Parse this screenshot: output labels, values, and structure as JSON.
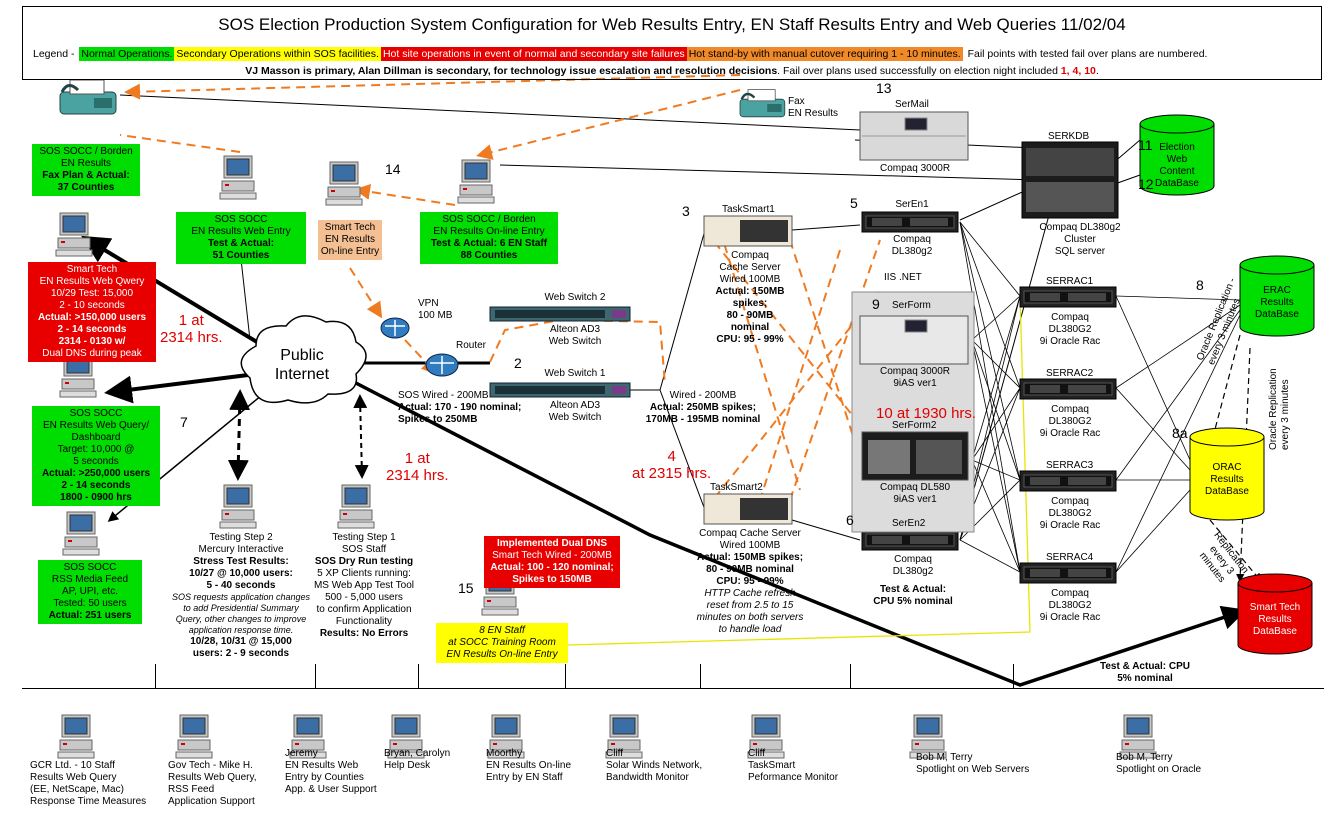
{
  "title": "SOS Election Production System Configuration for Web Results Entry, EN Staff Results Entry and Web Queries 11/02/04",
  "legend": {
    "prefix": "Legend -",
    "normal": "Normal Operations.",
    "secondary": "Secondary Operations within SOS facilities.",
    "hot_site": "Hot site operations in event of normal and secondary site failures",
    "hot_standby": "Hot stand-by with manual cutover requiring 1 - 10 minutes.",
    "fail_points": "Fail points with tested fail over plans are numbered.",
    "colors": {
      "normal": "#00dd00",
      "secondary": "#ffff00",
      "hot_site": "#e80000",
      "hot_standby": "#f08a28"
    }
  },
  "escalation": {
    "primary": "VJ Masson is primary, Alan Dillman is secondary, for technology issue escalation and resolution decisions",
    "rest": ".  Fail over plans used successfully on election night included ",
    "plans": "1, 4, 10",
    "end": "."
  },
  "nodes": {
    "fax_socc": [
      "SOS SOCC / Borden",
      "EN Results",
      "Fax Plan & Actual:",
      "37 Counties"
    ],
    "fax_en": [
      "Fax",
      "EN Results"
    ],
    "socc_web_entry": [
      "SOS SOCC",
      "EN Results Web Entry",
      "Test & Actual:",
      "51 Counties"
    ],
    "smart_tech_entry": [
      "Smart Tech",
      "EN Results",
      "On-line Entry"
    ],
    "socc_borden_entry": [
      "SOS SOCC / Borden",
      "EN Results On-line Entry",
      "Test & Actual: 6 EN Staff",
      "88 Counties"
    ],
    "smart_tech_query": [
      "Smart Tech",
      "EN Results Web Qwery",
      "10/29 Test: 15,000",
      "2 - 10 seconds",
      "Actual: >150,000 users",
      "2 - 14 seconds",
      "2314 - 0130 w/",
      "Dual DNS during peak"
    ],
    "socc_query": [
      "SOS SOCC",
      "EN Results Web Query/",
      "Dashboard",
      "Target: 10,000 @",
      "5 seconds",
      "Actual:  >250,000 users",
      "2 - 14 seconds",
      "1800 - 0900 hrs"
    ],
    "rss_feed": [
      "SOS SOCC",
      "RSS Media Feed",
      "AP, UPI, etc.",
      "Tested: 50 users",
      "Actual:  251 users"
    ],
    "testing2": [
      "Testing Step 2",
      "Mercury Interactive",
      "Stress Test Results:",
      "10/27 @ 10,000 users:",
      "5 - 40 seconds",
      "SOS requests application changes",
      "to add Presidential Summary",
      "Query, other changes to improve",
      "application response time.",
      "10/28, 10/31 @ 15,000",
      "users: 2 - 9 seconds"
    ],
    "testing1": [
      "Testing Step 1",
      "SOS Staff",
      "SOS Dry Run testing",
      "5 XP Clients running:",
      "MS Web App Test Tool",
      "500 - 5,000 users",
      "to confirm Application",
      "Functionality",
      "Results: No Errors"
    ],
    "dual_dns": [
      "Implemented Dual DNS",
      "Smart Tech Wired - 200MB",
      "Actual: 100 - 120 nominal;",
      "Spikes to 150MB"
    ],
    "training_room": [
      "8 EN Staff",
      "at SOCC Training Room",
      "EN Results On-line Entry"
    ],
    "vpn": [
      "VPN",
      "100 MB"
    ],
    "router": "Router",
    "public_internet": [
      "Public",
      "Internet"
    ],
    "sos_wired": [
      "SOS Wired - 200MB",
      "Actual: 170 - 190 nominal;",
      "Spikes to 250MB"
    ],
    "web_switch2": [
      "Web Switch 2",
      "Alteon AD3",
      "Web Switch"
    ],
    "web_switch1": [
      "Web Switch 1",
      "Alteon AD3",
      "Web Switch"
    ],
    "wired_200": [
      "Wired - 200MB",
      "Actual: 250MB spikes;",
      "170MB - 195MB nominal"
    ],
    "tasksmart1": [
      "TaskSmart1",
      "Compaq",
      "Cache Server",
      "Wired 100MB",
      "Actual: 150MB",
      "spikes;",
      "80 - 90MB",
      "nominal",
      "CPU: 95 - 99%"
    ],
    "tasksmart2": [
      "TaskSmart2",
      "Compaq Cache Server",
      "Wired 100MB",
      "Actual: 150MB spikes;",
      "80 - 90MB nominal",
      "CPU: 95 - 99%",
      "HTTP Cache refresh",
      "reset from 2.5 to 15",
      "minutes on both servers",
      "to handle load"
    ],
    "sermail": [
      "SerMail",
      "Compaq 3000R"
    ],
    "seren1": [
      "SerEn1",
      "Compaq",
      "DL380g2"
    ],
    "iis": "IIS .NET",
    "serform": [
      "SerForm",
      "Compaq 3000R",
      "9iAS ver1"
    ],
    "serform2": [
      "SerForm2",
      "Compaq DL580",
      "9iAS ver1"
    ],
    "seren2": [
      "SerEn2",
      "Compaq",
      "DL380g2",
      "Test & Actual:",
      "CPU 5% nominal"
    ],
    "serkdb": [
      "SERKDB",
      "Compaq DL380g2",
      "Cluster",
      "SQL server"
    ],
    "serrac1": [
      "SERRAC1",
      "Compaq",
      "DL380G2",
      "9i Oracle Rac"
    ],
    "serrac2": [
      "SERRAC2",
      "Compaq",
      "DL380G2",
      "9i Oracle Rac"
    ],
    "serrac3": [
      "SERRAC3",
      "Compaq",
      "DL380G2",
      "9i Oracle Rac"
    ],
    "serrac4": [
      "SERRAC4",
      "Compaq",
      "DL380G2",
      "9i Oracle Rac"
    ],
    "db_election": [
      "Election",
      "Web",
      "Content",
      "DataBase"
    ],
    "db_erac": [
      "ERAC",
      "Results",
      "DataBase"
    ],
    "db_orac": [
      "ORAC",
      "Results",
      "DataBase"
    ],
    "db_smart": [
      "Smart Tech",
      "Results",
      "DataBase"
    ],
    "oracle_rep1": [
      "Oracle Replication -",
      "every 3 minutes"
    ],
    "oracle_rep2": [
      "Oracle Replication",
      "every 3 minutes"
    ],
    "replication": [
      "Replication",
      "every 3",
      "minutes"
    ],
    "test_cpu": [
      "Test & Actual: CPU",
      "5% nominal"
    ]
  },
  "fail_points": {
    "n2": "2",
    "n3": "3",
    "n5": "5",
    "n6": "6",
    "n7": "7",
    "n8": "8",
    "n8a": "8a",
    "n9": "9",
    "n11": "11",
    "n12": "12",
    "n13": "13",
    "n14": "14",
    "n15": "15",
    "r1a": [
      "1  at",
      "2314  hrs."
    ],
    "r1b": [
      "1  at",
      "2314  hrs."
    ],
    "r4": [
      "4",
      "at 2315 hrs."
    ],
    "r10": "10 at 1930 hrs."
  },
  "staff": [
    [
      "GCR Ltd. - 10 Staff",
      "Results Web Query",
      "(EE, NetScape, Mac)",
      "Response Time Measures"
    ],
    [
      "Gov Tech - Mike H.",
      "Results Web Query,",
      "RSS Feed",
      "Application Support"
    ],
    [
      "Jeremy",
      "EN Results Web",
      "Entry by Counties",
      "App. & User Support"
    ],
    [
      "Bryan, Carolyn",
      "Help Desk"
    ],
    [
      "Moorthy",
      "EN Results On-line",
      "Entry by EN Staff"
    ],
    [
      "Cliff",
      "Solar Winds Network,",
      "Bandwidth Monitor"
    ],
    [
      "Cliff",
      "TaskSmart",
      "Peformance Monitor"
    ],
    [
      "Bob M, Terry",
      "Spotlight on Web Servers"
    ],
    [
      "Bob M, Terry",
      "Spotlight on Oracle"
    ]
  ]
}
